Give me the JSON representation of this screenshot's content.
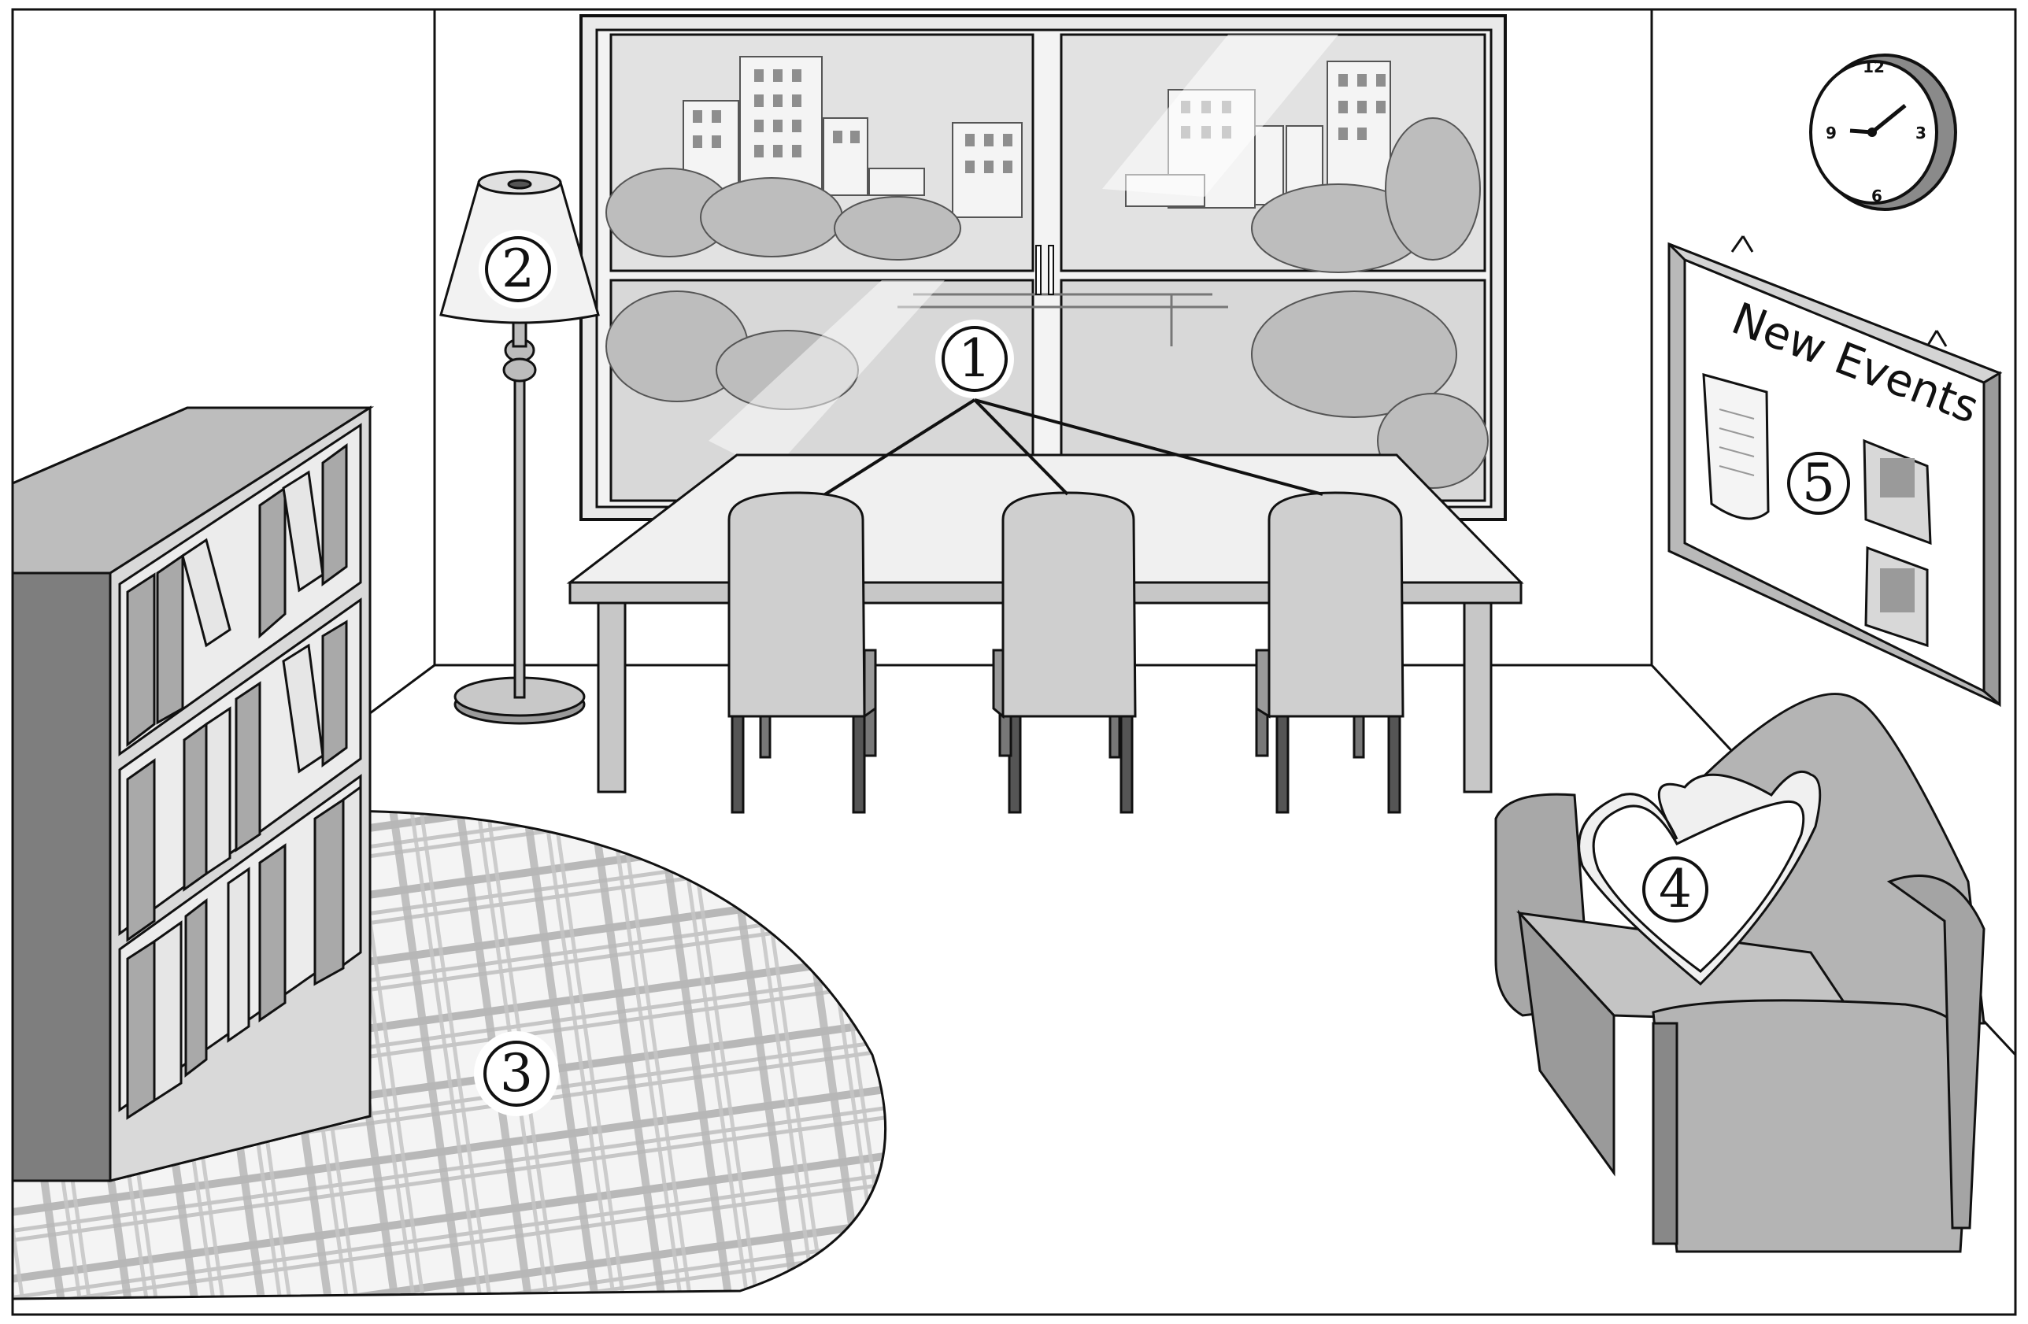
{
  "scene": {
    "labels": [
      "1",
      "2",
      "3",
      "4",
      "5"
    ],
    "board_title": "New Events",
    "clock_numbers": [
      "12",
      "3",
      "6",
      "9"
    ]
  },
  "colors": {
    "outline": "#111111",
    "wall": "#ffffff",
    "wood": "#8c8c8c",
    "light_gray": "#d6d6d6",
    "mid_gray": "#a6a6a6",
    "dark_gray": "#6e6e6e"
  }
}
